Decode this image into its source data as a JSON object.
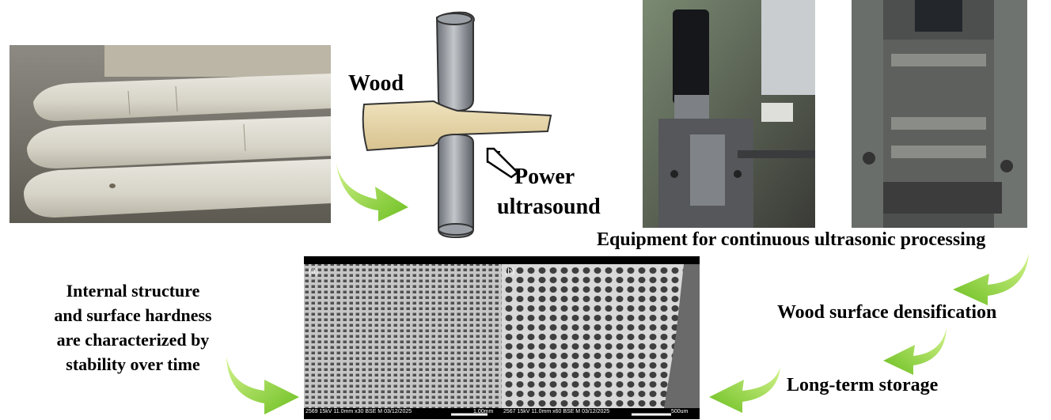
{
  "labels": {
    "wood": "Wood",
    "power_line1": "Power",
    "power_line2": "ultrasound",
    "equipment": "Equipment for continuous ultrasonic processing",
    "densification": "Wood surface densification",
    "storage": "Long-term storage",
    "internal_lines": [
      "Internal structure",
      "and surface hardness",
      "are characterized by",
      "stability over time"
    ]
  },
  "sem": {
    "panel_a_letter": "(a)",
    "panel_b_letter": "(b)",
    "panel_a_info": "2569 15kV 11.0mm x30 BSE M 03/12/2025",
    "panel_a_scale": "1.00mm",
    "panel_b_info": "2567 15kV 11.0mm x60 BSE M 03/12/2025",
    "panel_b_scale": "500um"
  },
  "colors": {
    "arrow_green": "#7cc72a",
    "arrow_green_light": "#c8f07a",
    "roller_gray": "#8a8f96",
    "wood_tan": "#e3d2a6"
  }
}
